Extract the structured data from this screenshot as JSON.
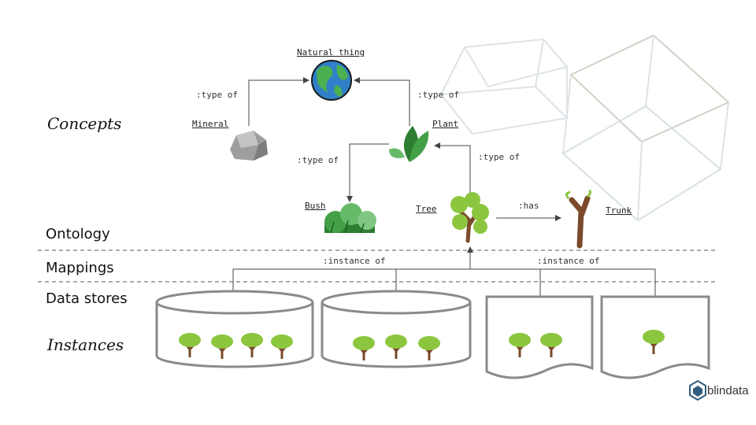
{
  "layers": {
    "concepts": "Concepts",
    "ontology": "Ontology",
    "mappings": "Mappings",
    "data_stores": "Data stores",
    "instances": "Instances"
  },
  "nodes": {
    "natural_thing": "Natural thing",
    "mineral": "Mineral",
    "plant": "Plant",
    "bush": "Bush",
    "tree": "Tree",
    "trunk": "Trunk"
  },
  "relations": {
    "type_of_1": ":type of",
    "type_of_2": ":type of",
    "type_of_3": ":type of",
    "type_of_4": ":type of",
    "has": ":has",
    "instance_of_1": ":instance of",
    "instance_of_2": ":instance of"
  },
  "brand": {
    "name": "blindata"
  },
  "colors": {
    "arrow": "#444444",
    "store_outline": "#8a8a8a",
    "tree_green": "#8cc63f",
    "trunk_brown": "#7a4a2a",
    "globe_blue": "#2f80c8",
    "globe_green": "#4caf50"
  },
  "icons": [
    "globe-icon",
    "rock-icon",
    "leaf-icon",
    "bush-icon",
    "tree-icon",
    "trunk-icon",
    "logo-icon"
  ]
}
